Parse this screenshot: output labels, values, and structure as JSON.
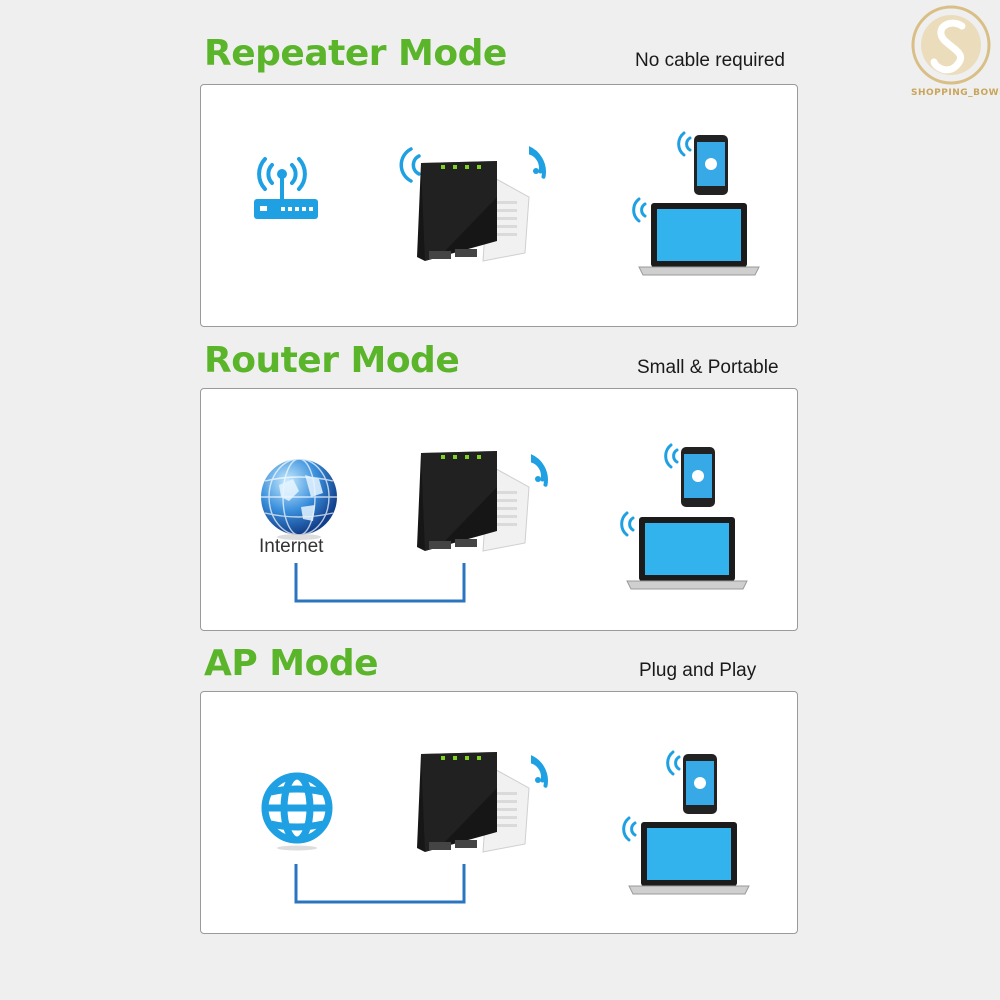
{
  "watermark": {
    "text": "SHOPPING_BOWL",
    "color": "#c9a55a"
  },
  "colors": {
    "title_green": "#5bb52b",
    "wifi_blue": "#1ea0e3",
    "cable_blue": "#2a74c0"
  },
  "sections": [
    {
      "title": "Repeater Mode",
      "subtitle": "No cable required"
    },
    {
      "title": "Router Mode",
      "subtitle": "Small & Portable",
      "source_label": "Internet"
    },
    {
      "title": "AP Mode",
      "subtitle": "Plug and Play"
    }
  ]
}
